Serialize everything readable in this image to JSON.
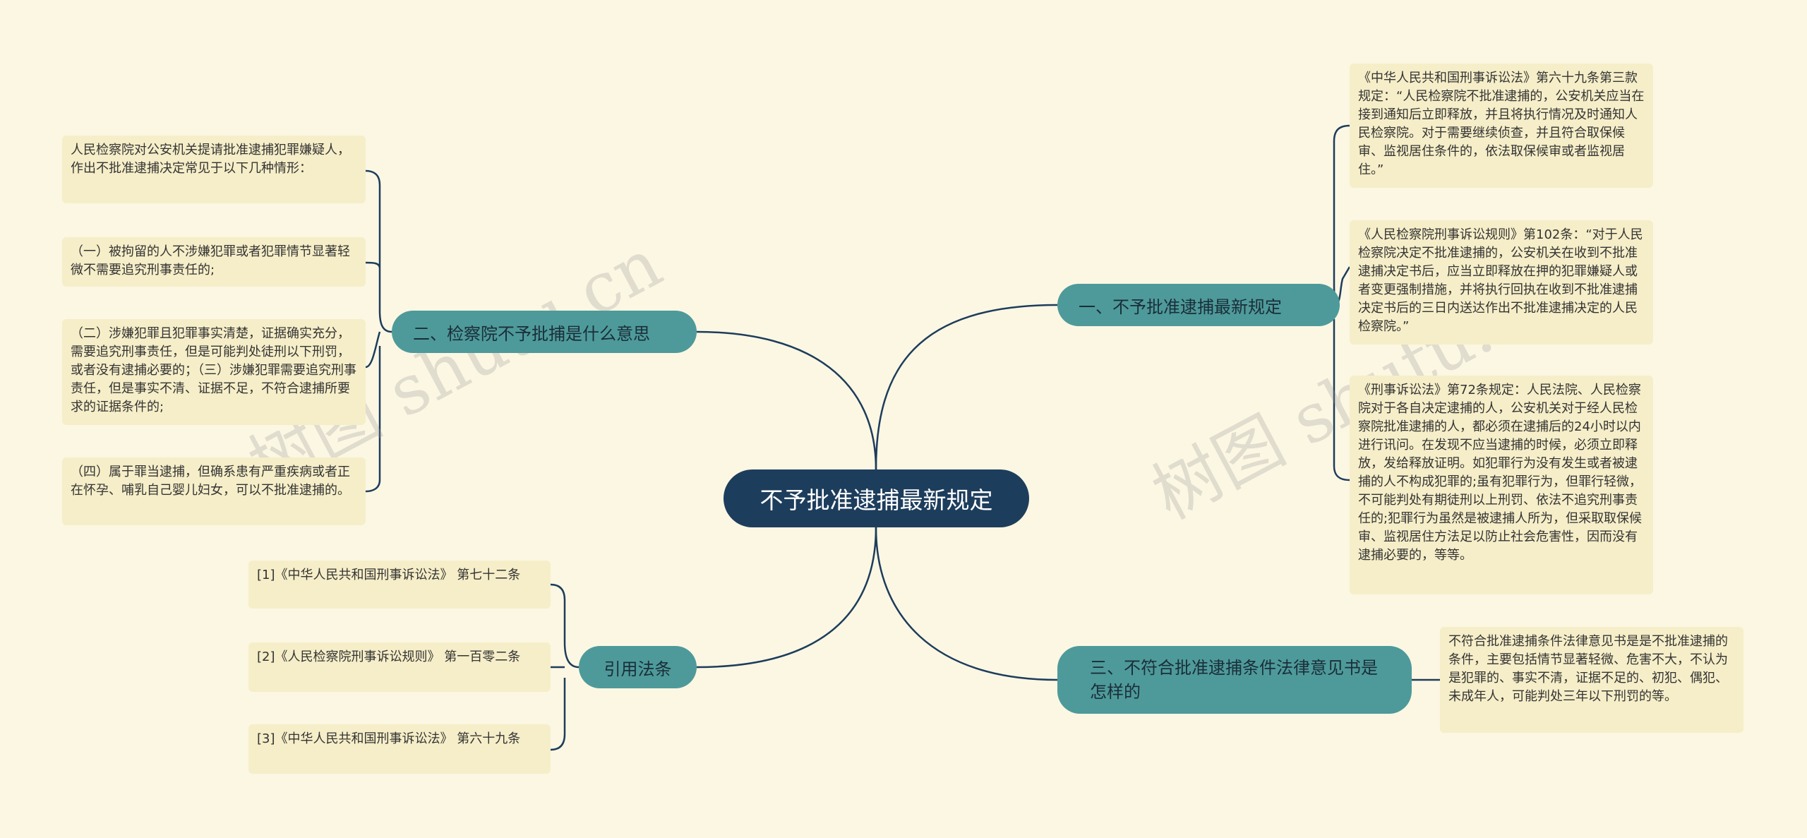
{
  "root": {
    "label": "不予批准逮捕最新规定"
  },
  "branches": {
    "b1": {
      "label": "一、不予批准逮捕最新规定"
    },
    "b2": {
      "label": "二、检察院不予批捕是什么意思"
    },
    "b3": {
      "label": "三、不符合批准逮捕条件法律意见书是怎样的"
    },
    "b4": {
      "label": "引用法条"
    }
  },
  "leaves": {
    "b1_1": "《中华人民共和国刑事诉讼法》第六十九条第三款规定：“人民检察院不批准逮捕的，公安机关应当在接到通知后立即释放，并且将执行情况及时通知人民检察院。对于需要继续侦查，并且符合取保候审、监视居住条件的，依法取保候审或者监视居住。”",
    "b1_2": "《人民检察院刑事诉讼规则》第102条：“对于人民检察院决定不批准逮捕的，公安机关在收到不批准逮捕决定书后，应当立即释放在押的犯罪嫌疑人或者变更强制措施，并将执行回执在收到不批准逮捕决定书后的三日内送达作出不批准逮捕决定的人民检察院。”",
    "b1_3": "《刑事诉讼法》第72条规定：人民法院、人民检察院对于各自决定逮捕的人，公安机关对于经人民检察院批准逮捕的人，都必须在逮捕后的24小时以内进行讯问。在发现不应当逮捕的时候，必须立即释放，发给释放证明。如犯罪行为没有发生或者被逮捕的人不构成犯罪的;虽有犯罪行为，但罪行轻微，不可能判处有期徒刑以上刑罚、依法不追究刑事责任的;犯罪行为虽然是被逮捕人所为，但采取取保候审、监视居住方法足以防止社会危害性，因而没有逮捕必要的，等等。",
    "b2_1": "人民检察院对公安机关提请批准逮捕犯罪嫌疑人，作出不批准逮捕决定常见于以下几种情形：",
    "b2_2": "（一）被拘留的人不涉嫌犯罪或者犯罪情节显著轻微不需要追究刑事责任的;",
    "b2_3": "（二）涉嫌犯罪且犯罪事实清楚，证据确实充分，需要追究刑事责任，但是可能判处徒刑以下刑罚，或者没有逮捕必要的；（三）涉嫌犯罪需要追究刑事责任，但是事实不清、证据不足，不符合逮捕所要求的证据条件的;",
    "b2_4": "（四）属于罪当逮捕，但确系患有严重疾病或者正在怀孕、哺乳自己婴儿妇女，可以不批准逮捕的。",
    "b3_1": "不符合批准逮捕条件法律意见书是是不批准逮捕的条件，主要包括情节显著轻微、危害不大，不认为是犯罪的、事实不清，证据不足的、初犯、偶犯、未成年人，可能判处三年以下刑罚的等。",
    "b4_1": "[1]《中华人民共和国刑事诉讼法》 第七十二条",
    "b4_2": "[2]《人民检察院刑事诉讼规则》 第一百零二条",
    "b4_3": "[3]《中华人民共和国刑事诉讼法》 第六十九条"
  },
  "watermark": "树图 shutu.cn",
  "colors": {
    "background": "#fcf7e3",
    "root": "#1d3d5c",
    "branch": "#4e9a9a",
    "leaf": "#f6eec8",
    "line": "#1d3d5c"
  }
}
